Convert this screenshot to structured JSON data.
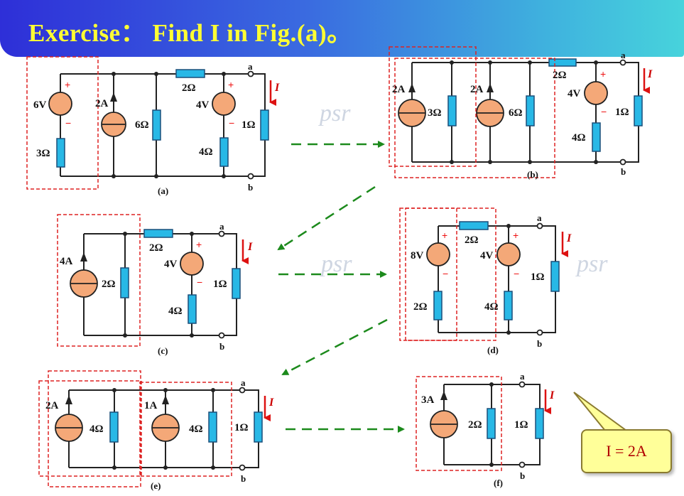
{
  "header": {
    "title": "Exercise： Find I in Fig.(a)。"
  },
  "watermark": "psr",
  "answer": {
    "text": "I = 2A",
    "variable": "I",
    "value": "= 2A"
  },
  "colors": {
    "resistor": "#28b8e6",
    "source": "#f4a878",
    "box": "#dd2222",
    "arrow": "#1c8a1c",
    "current": "#dd1111"
  },
  "figures": {
    "a": {
      "caption": "(a)",
      "v1": "6V",
      "r1": "3Ω",
      "cs": "2A",
      "r2": "6Ω",
      "rs": "2Ω",
      "v2": "4V",
      "r3": "4Ω",
      "rl": "1Ω",
      "ta": "a",
      "tb": "b",
      "cur": "I"
    },
    "b": {
      "caption": "(b)",
      "cs1": "2A",
      "r1": "3Ω",
      "cs2": "2A",
      "r2": "6Ω",
      "rs": "2Ω",
      "v2": "4V",
      "r3": "4Ω",
      "rl": "1Ω",
      "ta": "a",
      "tb": "b",
      "cur": "I"
    },
    "c": {
      "caption": "(c)",
      "cs": "4A",
      "r1": "2Ω",
      "rs": "2Ω",
      "v2": "4V",
      "r3": "4Ω",
      "rl": "1Ω",
      "ta": "a",
      "tb": "b",
      "cur": "I"
    },
    "d": {
      "caption": "(d)",
      "v1": "8V",
      "r1": "2Ω",
      "rs": "2Ω",
      "v2": "4V",
      "r3": "4Ω",
      "rl": "1Ω",
      "ta": "a",
      "tb": "b",
      "cur": "I"
    },
    "e": {
      "caption": "(e)",
      "cs1": "2A",
      "r1": "4Ω",
      "cs2": "1A",
      "r2": "4Ω",
      "rl": "1Ω",
      "ta": "a",
      "tb": "b",
      "cur": "I"
    },
    "f": {
      "caption": "(f)",
      "cs": "3A",
      "r1": "2Ω",
      "rl": "1Ω",
      "ta": "a",
      "tb": "b",
      "cur": "I"
    }
  }
}
